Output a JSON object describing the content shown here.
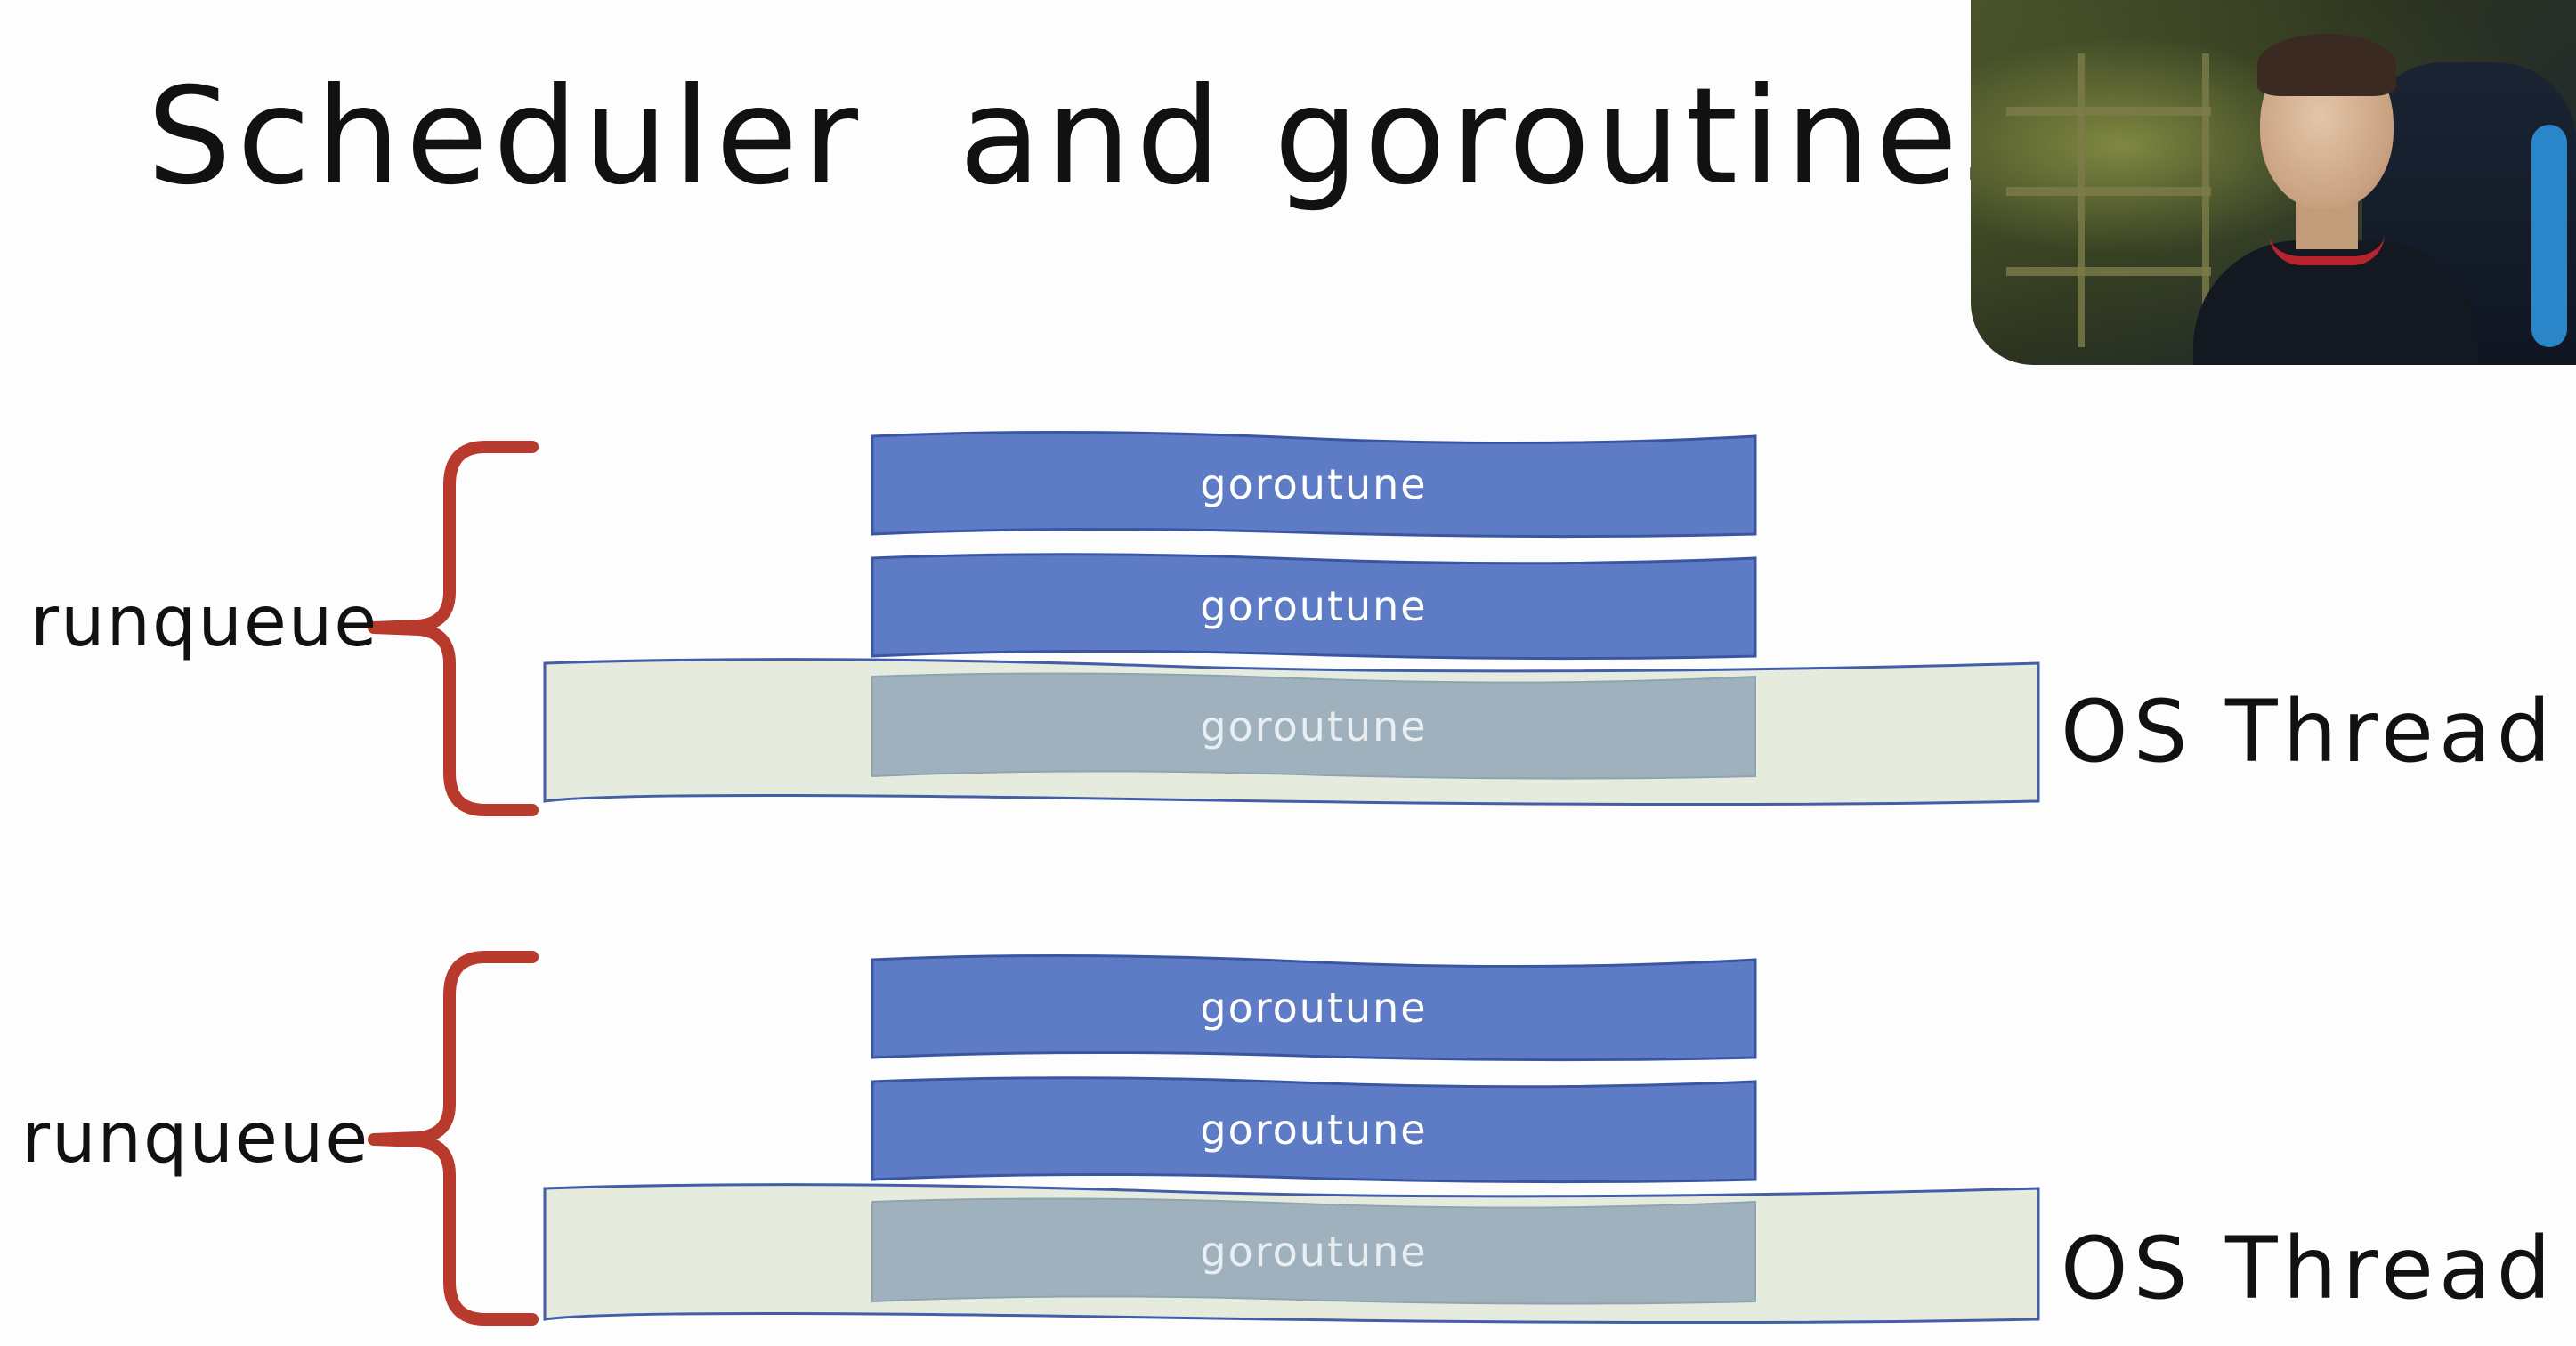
{
  "slide": {
    "title": "Scheduler  and goroutines"
  },
  "diagram": {
    "groups": [
      {
        "runqueue_label": "runqueue",
        "thread_label": "OS Thread",
        "goroutines": [
          {
            "label": "goroutune",
            "state": "queued"
          },
          {
            "label": "goroutune",
            "state": "queued"
          },
          {
            "label": "goroutune",
            "state": "running"
          }
        ]
      },
      {
        "runqueue_label": "runqueue",
        "thread_label": "OS Thread",
        "goroutines": [
          {
            "label": "goroutune",
            "state": "queued"
          },
          {
            "label": "goroutune",
            "state": "queued"
          },
          {
            "label": "goroutune",
            "state": "running"
          }
        ]
      }
    ]
  },
  "colors": {
    "goroutine_fill": "#5e7cc6",
    "goroutine_running_fill": "#9eb1bd",
    "thread_fill": "#e4ecdd",
    "bracket": "#b83a2c",
    "text": "#111111",
    "label_on_block": "#ffffff"
  },
  "webcam": {
    "description_icon": "presenter-webcam"
  }
}
